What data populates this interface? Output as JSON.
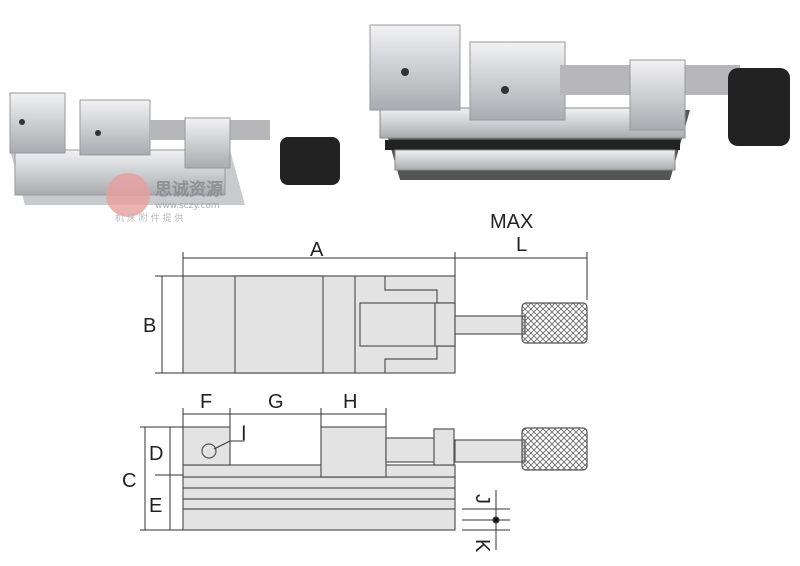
{
  "watermark": {
    "brand": "思诚资源",
    "url": "www.sczy.com",
    "tagline": "机 床 附 件 提 供"
  },
  "dimensions": {
    "max": "MAX",
    "l": "L",
    "a": "A",
    "b": "B",
    "f": "F",
    "g": "G",
    "h": "H",
    "i": "I",
    "c": "C",
    "d": "D",
    "e": "E",
    "j": "J",
    "k": "K"
  },
  "colors": {
    "part_fill": "#e3e3e3",
    "line": "#555555",
    "knob": "#222222"
  }
}
